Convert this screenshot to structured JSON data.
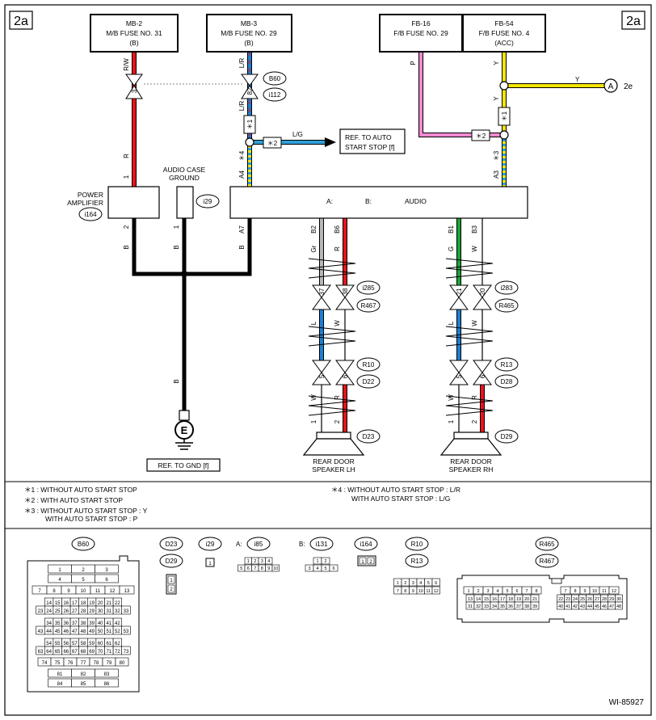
{
  "page": {
    "badge": "2a",
    "figure_id": "WI-85927"
  },
  "fuses": [
    {
      "id": "MB-2",
      "l1": "M/B FUSE NO. 31",
      "l2": "(B)"
    },
    {
      "id": "MB-3",
      "l1": "M/B FUSE NO. 29",
      "l2": "(B)"
    },
    {
      "id": "FB-16",
      "l1": "F/B FUSE NO. 29",
      "l2": ""
    },
    {
      "id": "FB-54",
      "l1": "F/B FUSE NO. 4",
      "l2": "(ACC)"
    }
  ],
  "wire_labels": {
    "rw": "R/W",
    "r": "R",
    "lr": "L/R",
    "lg": "L/G",
    "p": "P",
    "y": "Y",
    "b": "B",
    "gr": "Gr",
    "l": "L",
    "w": "W",
    "g": "G",
    "x4": "＊4",
    "x3": "＊3"
  },
  "pins": {
    "p3": "3",
    "p82": "82",
    "p1": "1",
    "p2": "2",
    "a4": "A4",
    "a7": "A7",
    "a3": "A3",
    "b2": "B2",
    "b6": "B6",
    "b1": "B1",
    "b3": "B3",
    "p37": "37",
    "p38": "38",
    "p21": "21",
    "p20": "20",
    "p5": "5",
    "p6": "6"
  },
  "marks": {
    "s1": "＊1",
    "s2": "＊2"
  },
  "refs": {
    "auto_start_stop": [
      "REF. TO AUTO",
      "START STOP [f]"
    ],
    "gnd": "REF. TO GND [f]",
    "node_2e": "A",
    "label_2e": "2e"
  },
  "components": {
    "power_amp": [
      "POWER",
      "AMPLIFIER"
    ],
    "audio_case_ground": [
      "AUDIO CASE",
      "GROUND"
    ],
    "audio_prefix_a": "A:",
    "audio_prefix_b": "B:",
    "audio": "AUDIO",
    "ground_symbol": "E",
    "speaker_lh": [
      "REAR DOOR",
      "SPEAKER LH"
    ],
    "speaker_rh": [
      "REAR DOOR",
      "SPEAKER RH"
    ]
  },
  "connectors": {
    "B60": "B60",
    "i112": "i112",
    "i164": "i164",
    "i29": "i29",
    "i85": "i85",
    "i131": "i131",
    "i285": "i285",
    "R467": "R467",
    "i283": "i283",
    "R465": "R465",
    "R10": "R10",
    "D22": "D22",
    "R13": "R13",
    "D28": "D28",
    "D23": "D23",
    "D29": "D29"
  },
  "notes": {
    "n1": "＊1  : WITHOUT AUTO START STOP",
    "n2": "＊2  : WITH AUTO START STOP",
    "n3": "＊3  : WITHOUT AUTO START STOP  : Y",
    "n3b": "WITH AUTO START STOP  : P",
    "n4": "＊4  : WITHOUT AUTO START STOP  : L/R",
    "n4b": "WITH AUTO START STOP  : L/G"
  },
  "pinouts": {
    "b60": [
      [
        "1",
        "2",
        "3"
      ],
      [
        "4",
        "5",
        "6"
      ],
      [
        "7",
        "8",
        "9",
        "10",
        "11",
        "12",
        "13"
      ],
      [
        "14",
        "15",
        "16",
        "17",
        "18",
        "19",
        "20",
        "21",
        "22"
      ],
      [
        "23",
        "24",
        "25",
        "26",
        "27",
        "28",
        "29",
        "30",
        "31",
        "32",
        "33"
      ],
      [
        "34",
        "35",
        "36",
        "37",
        "38",
        "39",
        "40",
        "41",
        "42"
      ],
      [
        "43",
        "44",
        "45",
        "46",
        "47",
        "48",
        "49",
        "50",
        "51",
        "52",
        "53"
      ],
      [
        "54",
        "55",
        "56",
        "57",
        "58",
        "59",
        "60",
        "61",
        "62"
      ],
      [
        "63",
        "64",
        "65",
        "66",
        "67",
        "68",
        "69",
        "70",
        "71",
        "72",
        "73"
      ],
      [
        "74",
        "75",
        "76",
        "77",
        "78",
        "79",
        "80"
      ],
      [
        "81",
        "82",
        "83"
      ],
      [
        "84",
        "85",
        "86"
      ]
    ],
    "d23_pins": [
      "1",
      "2"
    ],
    "i29_pins": [
      "1"
    ],
    "i85_pins": [
      [
        "1",
        "2",
        "3",
        "4"
      ],
      [
        "5",
        "6",
        "7",
        "8",
        "9",
        "10"
      ]
    ],
    "i131_pins": [
      [
        "1",
        "2"
      ],
      [
        "3",
        "4",
        "5",
        "6"
      ]
    ],
    "i164_pins": [
      "1",
      "2"
    ],
    "r10_pins": [
      [
        "1",
        "2",
        "3",
        "4",
        "5",
        "6"
      ],
      [
        "7",
        "8",
        "9",
        "10",
        "11",
        "12"
      ]
    ],
    "r465_left": [
      [
        "1",
        "2",
        "3",
        "4",
        "5",
        "6",
        "7",
        "8"
      ],
      [
        "13",
        "14",
        "15",
        "16",
        "17",
        "18",
        "19",
        "20",
        "21"
      ],
      [
        "31",
        "32",
        "33",
        "34",
        "35",
        "36",
        "37",
        "38",
        "39"
      ]
    ],
    "r465_right": [
      [
        "7",
        "8",
        "9",
        "10",
        "11",
        "12"
      ],
      [
        "22",
        "23",
        "24",
        "25",
        "26",
        "27",
        "28",
        "29",
        "30"
      ],
      [
        "40",
        "41",
        "42",
        "43",
        "44",
        "45",
        "46",
        "47",
        "48"
      ]
    ]
  },
  "colors": {
    "red": "#e8141b",
    "blue": "#1e7fd6",
    "yellow": "#f5e600",
    "pink": "#f28ad2",
    "green": "#18a535",
    "gray": "#b7b7b7",
    "black": "#000000",
    "lg": "#2f9fd8"
  }
}
